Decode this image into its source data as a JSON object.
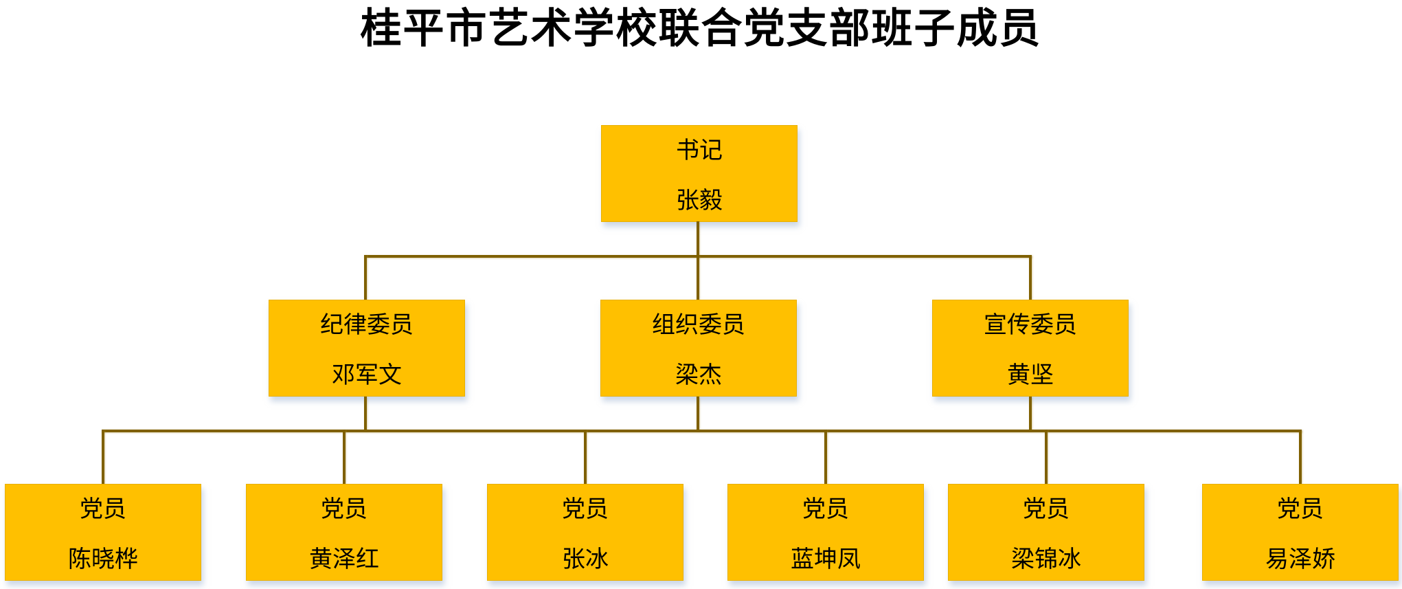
{
  "title": "桂平市艺术学校联合党支部班子成员",
  "colors": {
    "box_fill": "#FFC000",
    "connector_line": "#7F6000",
    "text": "#000000",
    "shadow_tint": "#A4B8D4",
    "background": "#FFFFFF"
  },
  "org": {
    "root": {
      "role": "书记",
      "name": "张毅"
    },
    "level2": [
      {
        "role": "纪律委员",
        "name": "邓军文"
      },
      {
        "role": "组织委员",
        "name": "梁杰"
      },
      {
        "role": "宣传委员",
        "name": "黄坚"
      }
    ],
    "level3": [
      {
        "role": "党员",
        "name": "陈晓桦"
      },
      {
        "role": "党员",
        "name": "黄泽红"
      },
      {
        "role": "党员",
        "name": "张冰"
      },
      {
        "role": "党员",
        "name": "蓝坤凤"
      },
      {
        "role": "党员",
        "name": "梁锦冰"
      },
      {
        "role": "党员",
        "name": "易泽娇"
      }
    ]
  }
}
